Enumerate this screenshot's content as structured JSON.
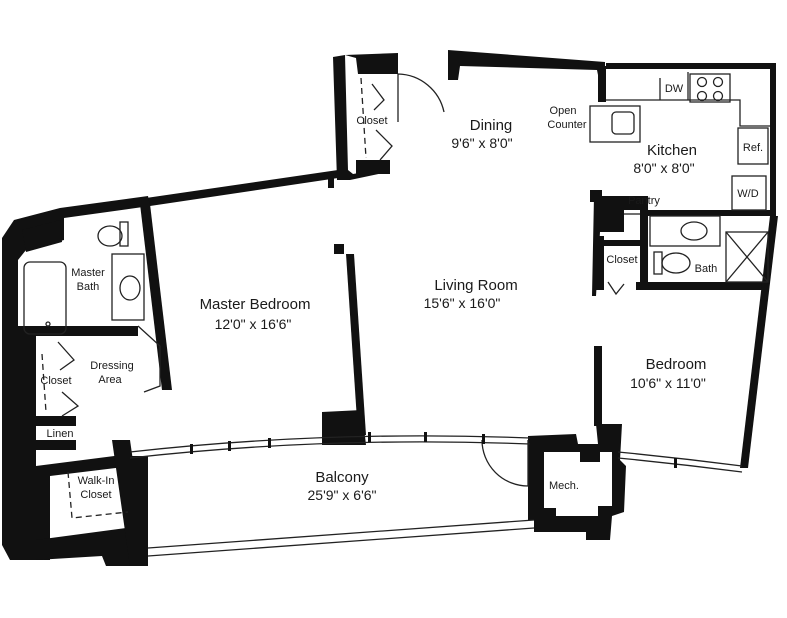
{
  "colors": {
    "wall": "#111111",
    "background": "#ffffff",
    "line": "#222222"
  },
  "rooms": {
    "dining": {
      "name": "Dining",
      "dims": "9'6\" x 8'0\""
    },
    "kitchen": {
      "name": "Kitchen",
      "dims": "8'0\" x 8'0\""
    },
    "living": {
      "name": "Living Room",
      "dims": "15'6\" x 16'0\""
    },
    "master_bedroom": {
      "name": "Master Bedroom",
      "dims": "12'0\" x 16'6\""
    },
    "bedroom": {
      "name": "Bedroom",
      "dims": "10'6\" x 11'0\""
    },
    "balcony": {
      "name": "Balcony",
      "dims": "25'9\" x 6'6\""
    }
  },
  "labels": {
    "closet_top": "Closet",
    "open_counter_1": "Open",
    "open_counter_2": "Counter",
    "dw": "DW",
    "ref": "Ref.",
    "wd": "W/D",
    "pantry": "Pantry",
    "closet_bath": "Closet",
    "bath": "Bath",
    "master_bath_1": "Master",
    "master_bath_2": "Bath",
    "dressing_1": "Dressing",
    "dressing_2": "Area",
    "closet_left": "Closet",
    "linen": "Linen",
    "walkin_1": "Walk-In",
    "walkin_2": "Closet",
    "mech": "Mech."
  }
}
